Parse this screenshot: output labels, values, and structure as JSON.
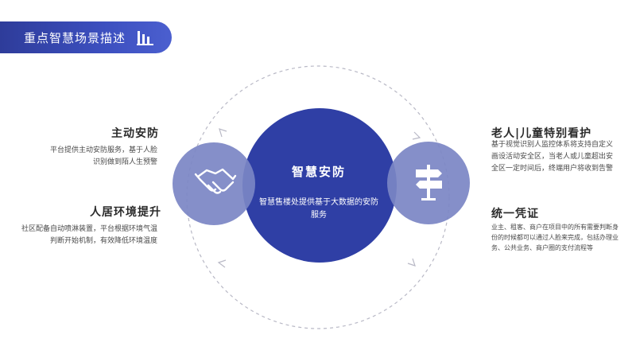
{
  "header": {
    "title": "重点智慧场景描述",
    "icon": "bar-chart-icon"
  },
  "center": {
    "title": "智慧安防",
    "description": "智慧售楼处提供基于大数据的安防服务"
  },
  "left_icon": "handshake-icon",
  "right_icon": "signpost-icon",
  "sections": {
    "active_security": {
      "title": "主动安防",
      "description": "平台提供主动安防服务，基于人脸识别做到陌人生预警"
    },
    "residential_environment": {
      "title": "人居环境提升",
      "description": "社区配备自动喷淋装置，平台根据环境气温判断开始机制，有效降低环境温度"
    },
    "elderly_child_care": {
      "title": "老人|儿童特别看护",
      "description": "基于视觉识别人监控体系将支持自定义画设活动安全区，当老人或儿童超出安全区一定时间后，终端用户将收到告警"
    },
    "unified_credential": {
      "title": "统一凭证",
      "description": "业主、租客、商户在项目中的所有需要判断身份的时候都可以通过人脸来完成，包括办理业务、公共业务、商户圈的支付流程等"
    }
  },
  "colors": {
    "primary": "#2e3ea3",
    "secondary": "#7d87c5",
    "title_bar": "#3c4fbf",
    "dashed_ring": "#b9b9c6"
  }
}
